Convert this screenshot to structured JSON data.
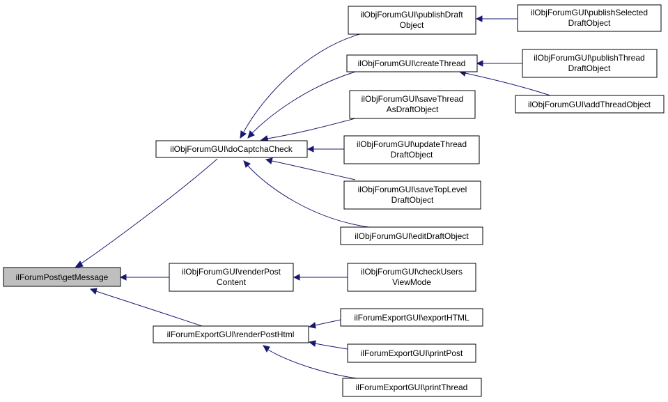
{
  "colors": {
    "edge": "#191970",
    "focus_fill": "#bfbfbf",
    "node_fill": "#ffffff",
    "node_border": "#000000"
  },
  "nodes": {
    "getMessage": {
      "lines": [
        "ilForumPost\\getMessage"
      ]
    },
    "doCaptchaCheck": {
      "lines": [
        "ilObjForumGUI\\doCaptchaCheck"
      ]
    },
    "renderPostContent": {
      "lines": [
        "ilObjForumGUI\\renderPost",
        "Content"
      ]
    },
    "renderPostHtml": {
      "lines": [
        "ilForumExportGUI\\renderPostHtml"
      ]
    },
    "publishDraftObject": {
      "lines": [
        "ilObjForumGUI\\publishDraft",
        "Object"
      ]
    },
    "createThread": {
      "lines": [
        "ilObjForumGUI\\createThread"
      ]
    },
    "saveThreadAsDraftObject": {
      "lines": [
        "ilObjForumGUI\\saveThread",
        "AsDraftObject"
      ]
    },
    "updateThreadDraftObject": {
      "lines": [
        "ilObjForumGUI\\updateThread",
        "DraftObject"
      ]
    },
    "saveTopLevelDraftObject": {
      "lines": [
        "ilObjForumGUI\\saveTopLevel",
        "DraftObject"
      ]
    },
    "editDraftObject": {
      "lines": [
        "ilObjForumGUI\\editDraftObject"
      ]
    },
    "checkUsersViewMode": {
      "lines": [
        "ilObjForumGUI\\checkUsers",
        "ViewMode"
      ]
    },
    "exportHTML": {
      "lines": [
        "ilForumExportGUI\\exportHTML"
      ]
    },
    "printPost": {
      "lines": [
        "ilForumExportGUI\\printPost"
      ]
    },
    "printThread": {
      "lines": [
        "ilForumExportGUI\\printThread"
      ]
    },
    "publishSelectedDraftObject": {
      "lines": [
        "ilObjForumGUI\\publishSelected",
        "DraftObject"
      ]
    },
    "publishThreadDraftObject": {
      "lines": [
        "ilObjForumGUI\\publishThread",
        "DraftObject"
      ]
    },
    "addThreadObject": {
      "lines": [
        "ilObjForumGUI\\addThreadObject"
      ]
    }
  },
  "edges": [
    {
      "from": "doCaptchaCheck",
      "to": "getMessage"
    },
    {
      "from": "renderPostContent",
      "to": "getMessage"
    },
    {
      "from": "renderPostHtml",
      "to": "getMessage"
    },
    {
      "from": "publishDraftObject",
      "to": "doCaptchaCheck"
    },
    {
      "from": "createThread",
      "to": "doCaptchaCheck"
    },
    {
      "from": "saveThreadAsDraftObject",
      "to": "doCaptchaCheck"
    },
    {
      "from": "updateThreadDraftObject",
      "to": "doCaptchaCheck"
    },
    {
      "from": "saveTopLevelDraftObject",
      "to": "doCaptchaCheck"
    },
    {
      "from": "editDraftObject",
      "to": "doCaptchaCheck"
    },
    {
      "from": "checkUsersViewMode",
      "to": "renderPostContent"
    },
    {
      "from": "exportHTML",
      "to": "renderPostHtml"
    },
    {
      "from": "printPost",
      "to": "renderPostHtml"
    },
    {
      "from": "printThread",
      "to": "renderPostHtml"
    },
    {
      "from": "publishSelectedDraftObject",
      "to": "publishDraftObject"
    },
    {
      "from": "publishThreadDraftObject",
      "to": "createThread"
    },
    {
      "from": "addThreadObject",
      "to": "createThread"
    }
  ]
}
